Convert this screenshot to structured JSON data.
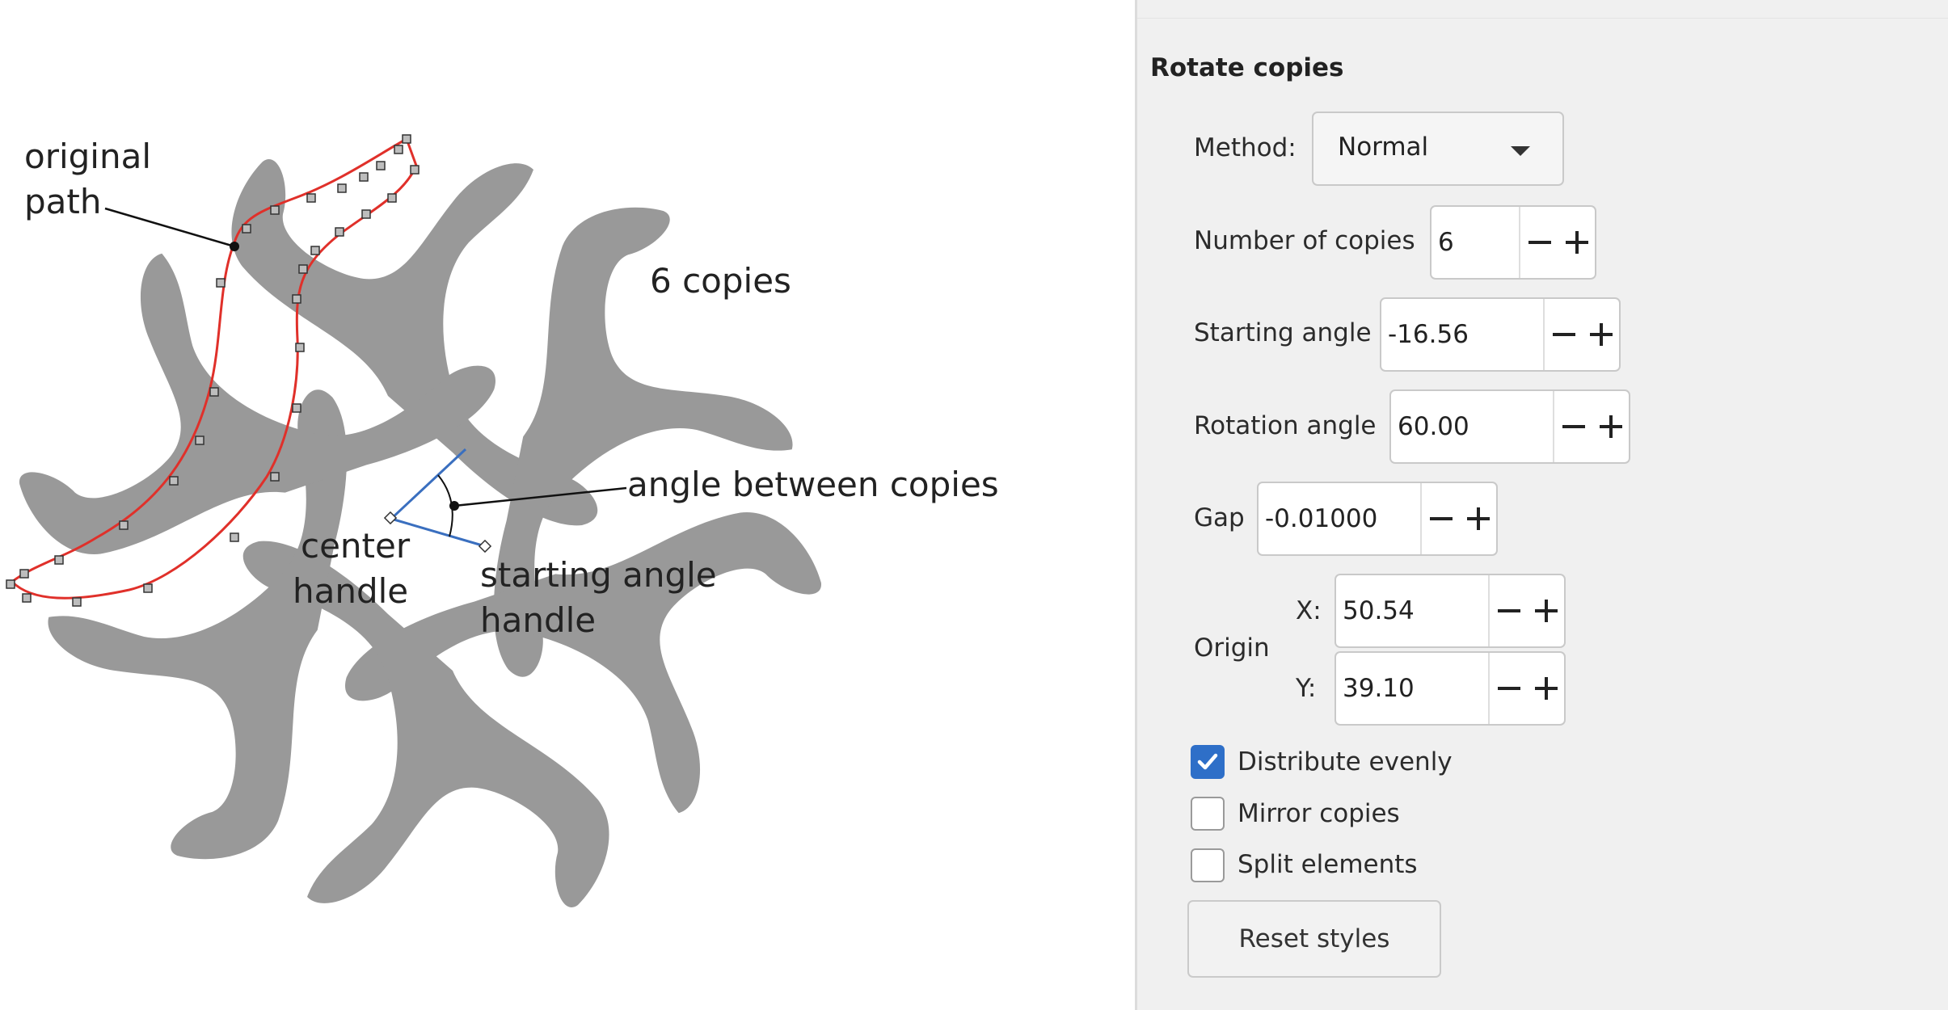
{
  "illustration": {
    "labels": {
      "original_path": [
        "original",
        "path"
      ],
      "copies": "6 copies",
      "angle_between": "angle between copies",
      "center_handle": [
        "center",
        "handle"
      ],
      "starting_angle_handle": [
        "starting angle",
        "handle"
      ]
    },
    "copy_count": 6,
    "colors": {
      "shape": "#999999",
      "path": "#e0302a",
      "handles": "#3a6fbf"
    }
  },
  "panel": {
    "title": "Rotate copies",
    "method": {
      "label": "Method:",
      "value": "Normal"
    },
    "number_of_copies": {
      "label": "Number of copies",
      "value": "6"
    },
    "starting_angle": {
      "label": "Starting angle",
      "value": "-16.56"
    },
    "rotation_angle": {
      "label": "Rotation angle",
      "value": "60.00"
    },
    "gap": {
      "label": "Gap",
      "value": "-0.01000"
    },
    "origin": {
      "label": "Origin",
      "x_label": "X:",
      "x_value": "50.54",
      "y_label": "Y:",
      "y_value": "39.10"
    },
    "distribute_evenly": {
      "label": "Distribute evenly",
      "checked": true
    },
    "mirror_copies": {
      "label": "Mirror copies",
      "checked": false
    },
    "split_elements": {
      "label": "Split elements",
      "checked": false
    },
    "reset_button": "Reset styles",
    "accent": "#2e6fc8"
  }
}
